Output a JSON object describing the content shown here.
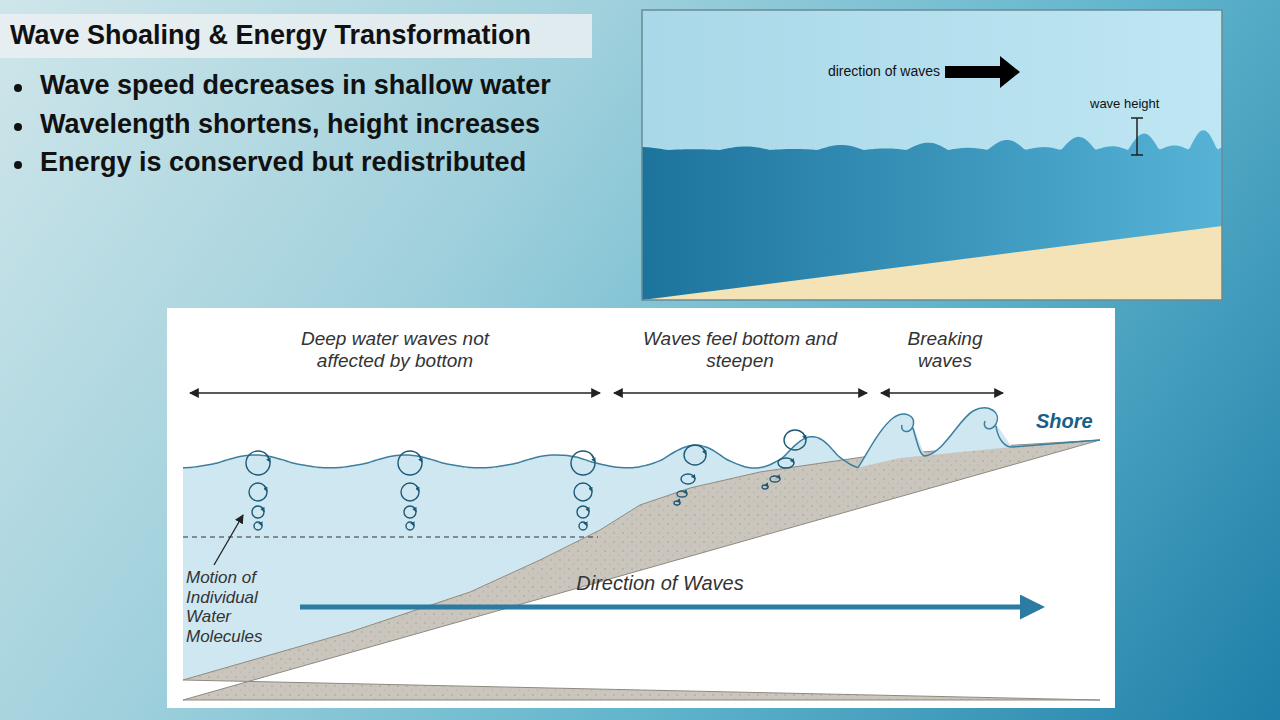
{
  "diagram": {
    "title": "Wave Shoaling & Energy Transformation",
    "labels": [
      "Wave speed decreases in shallow water",
      "Wavelength shortens, height increases",
      "Energy is conserved but redistributed",
      "direction of waves",
      "wave height",
      "Deep water waves not affected by bottom",
      "Waves feel bottom and steepen",
      "Breaking waves",
      "Shore",
      "Motion of Individual Water Molecules",
      "Direction of Waves"
    ]
  }
}
